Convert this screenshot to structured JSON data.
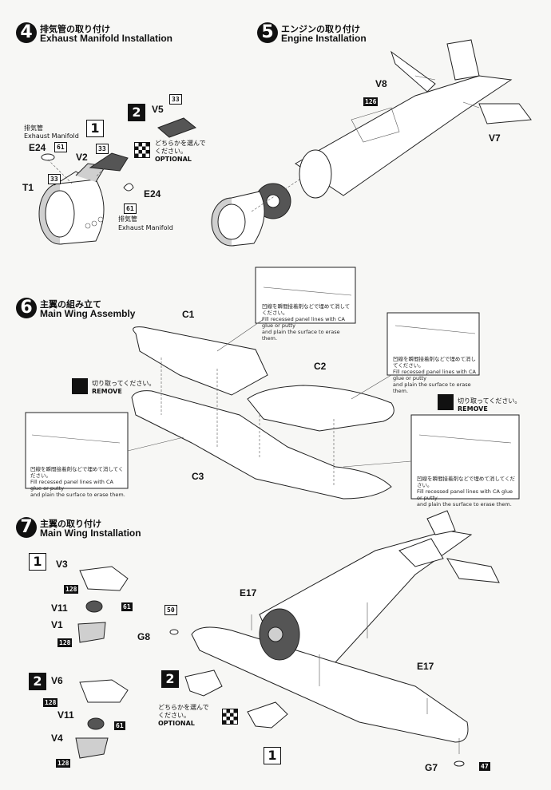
{
  "step4": {
    "number": "4",
    "title_jp": "排気管の取り付け",
    "title_en": "Exhaust Manifold Installation",
    "sub1": "1",
    "sub2": "2",
    "exhaust_label_jp": "排気管",
    "exhaust_label_en": "Exhaust Manifold",
    "exhaust_label2_jp": "排気管",
    "exhaust_label2_en": "Exhaust Manifold",
    "parts": {
      "e24_left": "E24",
      "v2": "V2",
      "t1": "T1",
      "e24_right": "E24",
      "v5": "V5"
    },
    "codes": {
      "c61a": "61",
      "c33a": "33",
      "c33b": "33",
      "c61b": "61",
      "c33c": "33"
    },
    "optional_jp_1": "どちらかを選んで",
    "optional_jp_2": "ください。",
    "optional_en": "OPTIONAL"
  },
  "step5": {
    "number": "5",
    "title_jp": "エンジンの取り付け",
    "title_en": "Engine Installation",
    "parts": {
      "v8": "V8",
      "v7": "V7"
    },
    "codes": {
      "c126": "126"
    }
  },
  "step6": {
    "number": "6",
    "title_jp": "主翼の組み立て",
    "title_en": "Main Wing Assembly",
    "parts": {
      "c1": "C1",
      "c2": "C2",
      "c3": "C3"
    },
    "remove_jp": "切り取ってください。",
    "remove_en": "REMOVE",
    "remove2_jp": "切り取ってください。",
    "remove2_en": "REMOVE",
    "note_jp": "凹線を瞬間接着剤などで埋めて消してください。",
    "note_en_1": "Fill recessed panel lines with CA glue or putty",
    "note_en_2": "and plain the surface to erase them."
  },
  "step7": {
    "number": "7",
    "title_jp": "主翼の取り付け",
    "title_en": "Main Wing Installation",
    "sub1": "1",
    "sub2": "2",
    "sub2b": "2",
    "sub1b": "1",
    "parts": {
      "v3": "V3",
      "v11a": "V11",
      "v1": "V1",
      "v6": "V6",
      "v11b": "V11",
      "v4": "V4",
      "e17a": "E17",
      "g8": "G8",
      "e17b": "E17",
      "g7": "G7"
    },
    "codes": {
      "c128a": "128",
      "c61a": "61",
      "c128b": "128",
      "c128c": "128",
      "c61b": "61",
      "c128d": "128",
      "c50": "50",
      "c47": "47"
    },
    "optional_jp_1": "どちらかを選んで",
    "optional_jp_2": "ください。",
    "optional_en": "OPTIONAL"
  }
}
